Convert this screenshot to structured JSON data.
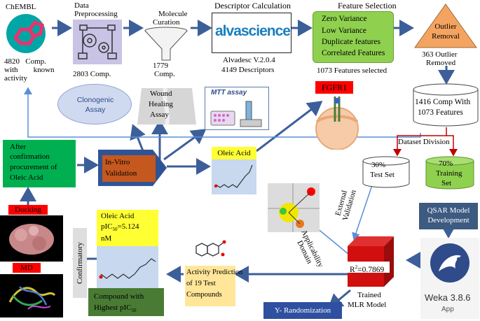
{
  "chembl": {
    "label": "ChEMBL",
    "count": "4820",
    "count_suffix": "Comp.",
    "with": "with",
    "known": "known",
    "activity": "activity"
  },
  "preprocessing": {
    "title_line1": "Data",
    "title_line2": "Preprocessing",
    "count": "2803 Comp."
  },
  "curation": {
    "title_line1": "Molecule",
    "title_line2": "Curation",
    "count_line1": "1779",
    "count_line2": "Comp."
  },
  "descriptor": {
    "title": "Descriptor Calculation",
    "logo": "alvascience",
    "version": "Alvadesc  V.2.0.4",
    "count": "4149 Descriptors"
  },
  "feature_selection": {
    "title": "Feature Selection",
    "items": [
      "Zero Variance",
      "Low Variance",
      "Duplicate  features",
      "Correlated Features"
    ],
    "selected": "1073 Features selected"
  },
  "outlier": {
    "line1": "Outlier",
    "line2": "Removal",
    "count_line1": "363 Outlier",
    "count_line2": "Removed"
  },
  "dataset": {
    "line1": "1416 Comp With",
    "line2": "1073 Features"
  },
  "division": {
    "label": "Dataset Division"
  },
  "test_set": {
    "pct": "30%",
    "label": "Test Set"
  },
  "training_set": {
    "pct": "70%",
    "line1": "Training",
    "line2": "Set"
  },
  "qsar": {
    "line1": "QSAR Model",
    "line2": "Development"
  },
  "weka": {
    "name": "Weka 3.8.6",
    "sub": "App"
  },
  "external": {
    "line1": "External",
    "line2": "Validation"
  },
  "applicability": {
    "line1": "Applicability",
    "line2": "Domain"
  },
  "mlr": {
    "r2_prefix": "R",
    "r2_sup": "2",
    "r2_value": "=0.7869",
    "trained_line1": "Trained",
    "trained_line2": "MLR Model"
  },
  "yrand": {
    "label": "Y- Randomization"
  },
  "activity": {
    "line1": "Activity  Prediction",
    "line2": "of  19  Test",
    "line3": "Compounds"
  },
  "oleic_top": {
    "title": "Oleic Acid"
  },
  "oleic_main": {
    "line1": "Oleic Acid",
    "line2_a": "pIC",
    "line2_sub": "50",
    "line2_b": "=5.124",
    "line3": "nM"
  },
  "compound": {
    "line1": "Compound with",
    "line2_a": "Highest pIC",
    "line2_sub": "50"
  },
  "confirmatory": {
    "label": "Confirmatory"
  },
  "docking": {
    "label": "Docking"
  },
  "md": {
    "label": "MD"
  },
  "after": {
    "line1": "After",
    "line2": "confirmation",
    "line3": "procurement  of",
    "line4": "Oleic Acid"
  },
  "invitro": {
    "line1": "In-Vitro",
    "line2": "Validation"
  },
  "clonogenic": {
    "line1": "Clonogenic",
    "line2": "Assay"
  },
  "wound": {
    "line1": "Wound",
    "line2": "Healing",
    "line3": "Assay"
  },
  "mtt": {
    "label": "MTT assay"
  },
  "fgfr1": {
    "label": "FGFR1"
  },
  "colors": {
    "blue_arrow": "#3c5f9a",
    "green": "#00b050",
    "light_green": "#8fd14f",
    "yellow": "#ffff33",
    "orange_brown": "#c5581e",
    "red": "#ff0000",
    "dark_green": "#4a7b35",
    "slate": "#3d5a80"
  }
}
